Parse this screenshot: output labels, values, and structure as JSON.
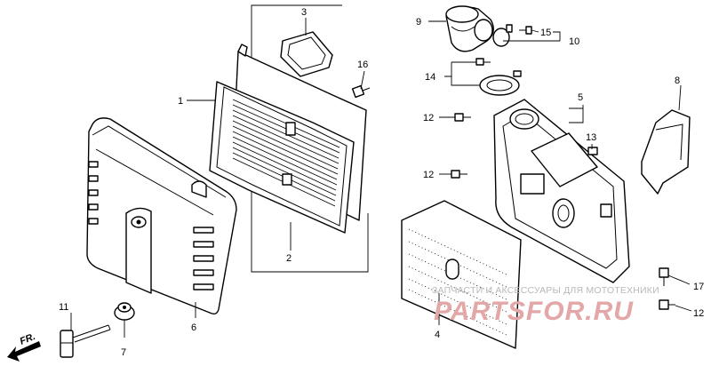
{
  "callouts": {
    "c1": "1",
    "c2": "2",
    "c3": "3",
    "c4": "4",
    "c5": "5",
    "c6": "6",
    "c7": "7",
    "c8": "8",
    "c9": "9",
    "c10": "10",
    "c11": "11",
    "c12a": "12",
    "c12b": "12",
    "c12c": "12",
    "c13": "13",
    "c14": "14",
    "c15": "15",
    "c16": "16",
    "c17": "17"
  },
  "direction_label": "FR.",
  "watermark": {
    "caption": "ЗАПЧАСТИ И АКСЕССУАРЫ ДЛЯ МОТОТЕХНИКИ",
    "logo": "PARTSFOR.RU"
  },
  "colors": {
    "line": "#000000",
    "watermark_text": "#b9b9b9",
    "watermark_logo": "#e3a7a7"
  }
}
